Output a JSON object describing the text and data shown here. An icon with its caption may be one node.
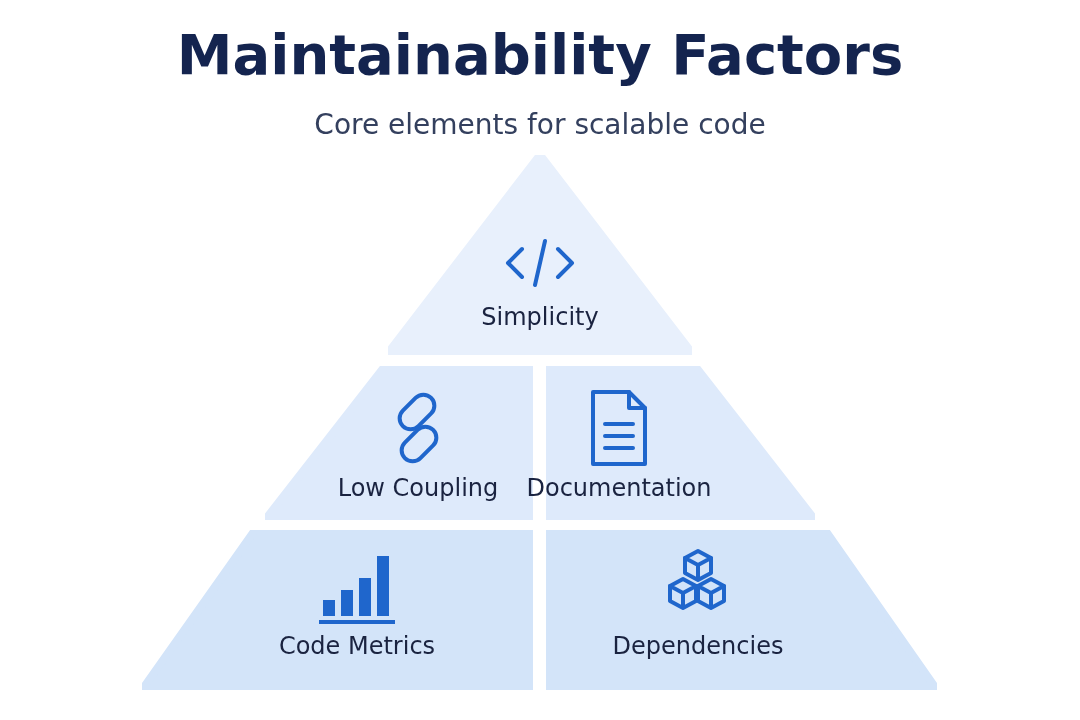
{
  "diagram": {
    "title": "Maintainability Factors",
    "nodes": [
      {
        "text": [
          "Simplicity"
        ]
      },
      {
        "text": [
          "Low Coupling"
        ]
      },
      {
        "text": [
          "Documentation"
        ]
      },
      {
        "text": [
          "Code Metrics"
        ]
      },
      {
        "text": [
          "Dependencies"
        ]
      }
    ],
    "labels": [
      "Core elements for scalable code"
    ]
  }
}
